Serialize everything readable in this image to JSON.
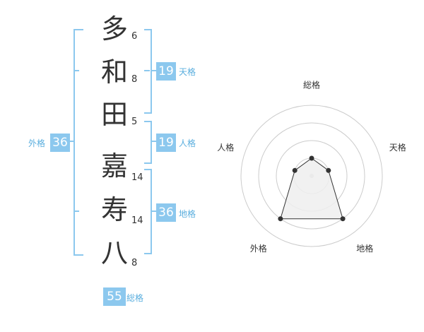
{
  "name": [
    {
      "char": "多",
      "strokes": "6"
    },
    {
      "char": "和",
      "strokes": "8"
    },
    {
      "char": "田",
      "strokes": "5"
    },
    {
      "char": "嘉",
      "strokes": "14"
    },
    {
      "char": "寿",
      "strokes": "14"
    },
    {
      "char": "八",
      "strokes": "8"
    }
  ],
  "fortunes": {
    "tenkaku": {
      "label": "天格",
      "value": "19"
    },
    "jinkaku": {
      "label": "人格",
      "value": "19"
    },
    "chikaku": {
      "label": "地格",
      "value": "36"
    },
    "gaikaku": {
      "label": "外格",
      "value": "36"
    },
    "soukaku": {
      "label": "総格",
      "value": "55"
    }
  },
  "chart_data": {
    "type": "radar",
    "axes": [
      "総格",
      "天格",
      "地格",
      "外格",
      "人格"
    ],
    "rings": 4,
    "values": [
      1,
      1,
      3,
      3,
      1
    ],
    "max": 4,
    "colors": {
      "ring": "#cccccc",
      "fill": "#eeeeee",
      "line": "#333333",
      "accent": "#8cc8ee"
    }
  }
}
